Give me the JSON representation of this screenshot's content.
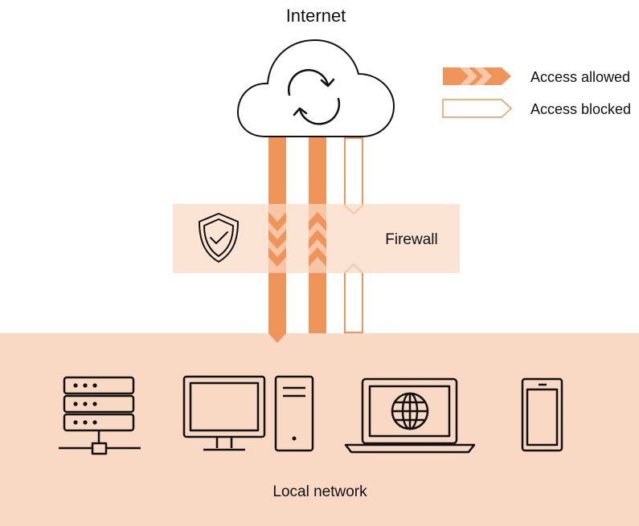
{
  "title": "Internet",
  "legend": {
    "allowed_label": "Access allowed",
    "blocked_label": "Access blocked"
  },
  "firewall": {
    "label": "Firewall"
  },
  "local_network": {
    "label": "Local network"
  },
  "icons": {
    "cloud": "cloud-sync-icon",
    "shield": "shield-check-icon",
    "server": "server-rack-icon",
    "monitor": "desktop-monitor-icon",
    "tower": "pc-tower-icon",
    "laptop": "laptop-globe-icon",
    "phone": "smartphone-icon"
  },
  "colors": {
    "allowed": "#f0955a",
    "allowed_light": "#f7c8a8",
    "blocked_stroke": "#f0955a",
    "zone_fill": "#f9d9c4",
    "line": "#111111"
  }
}
